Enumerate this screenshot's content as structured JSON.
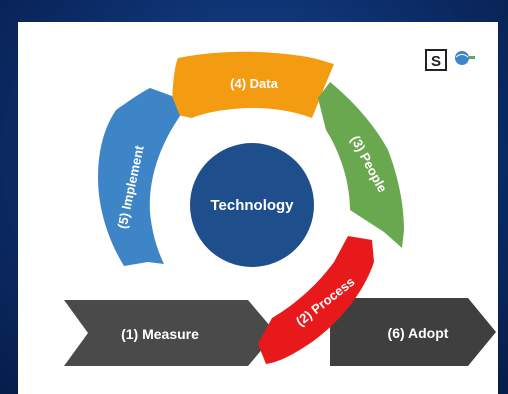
{
  "center": {
    "label": "Technology"
  },
  "segments": {
    "data": "(4) Data",
    "people": "(3) People",
    "process": "(2) Process",
    "implement": "(5) Implement",
    "measure": "(1) Measure",
    "adopt": "(6) Adopt"
  },
  "logo": {
    "letter": "S"
  },
  "colors": {
    "data": "#f39c12",
    "people": "#6aa84f",
    "process": "#e8191b",
    "implement": "#3d85c6",
    "measure": "#4a4a4a",
    "adopt": "#3f3f3f",
    "center": "#1f4e8c"
  }
}
